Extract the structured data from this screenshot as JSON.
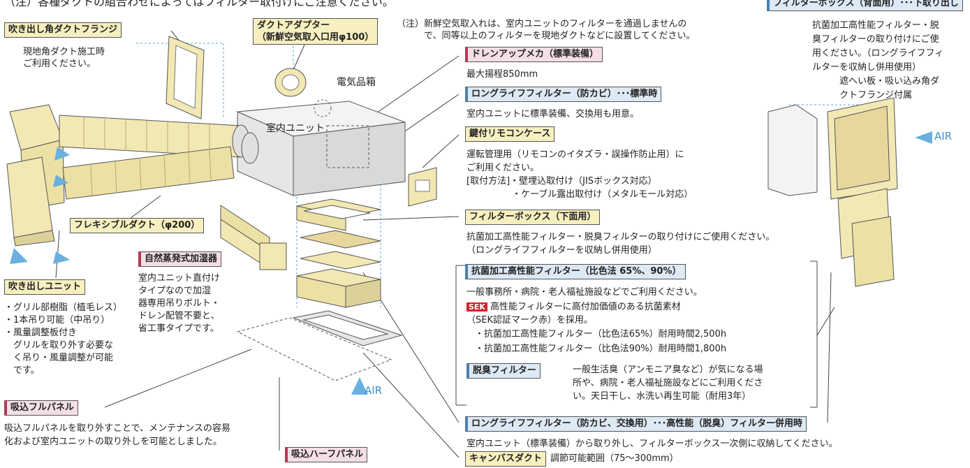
{
  "top_note": "（注）各種ダクトの組合わせによってはフィルター取付けにご注意ください。",
  "labels": {
    "outlet_flange": "吹き出し角ダクトフランジ",
    "outlet_flange_desc": "現地角ダクト施工時\nご利用ください。",
    "duct_adapter": "ダクトアダプター\n（新鮮空気取入口用φ100）",
    "note_fresh_air": "（注）新鮮空気取入れは、室内ユニットのフィルターを通過しませんの\n　　　で、同等以上のフィルターを現地ダクトなどに設置してください。",
    "electrical_box": "電気品箱",
    "indoor_unit": "室内ユニット",
    "drain_up": "ドレンアップメカ（標準装備）",
    "drain_up_desc": "最大揚程850mm",
    "longlife_std": "ロングライフフィルター（防カビ）･･･標準時",
    "longlife_std_desc": "室内ユニットに標準装備、交換用も用意。",
    "remote_case": "鍵付リモコンケース",
    "remote_case_desc": "運転管理用（リモコンのイタズラ・誤操作防止用）に\nご利用ください。\n[取付方法]・壁埋込取付け（JISボックス対応）\n　　　　　・ケーブル露出取付け（メタルモール対応）",
    "filter_box_bottom": "フィルターボックス（下面用）",
    "filter_box_bottom_desc": "抗菌加工高性能フィルター・脱臭フィルターの取り付けにご使用ください。\n（ロングライフフィルターを収納し併用使用）",
    "hepa": "抗菌加工高性能フィルター（比色法 65%、90%）",
    "hepa_desc": "一般事務所・病院・老人福祉施設などでご利用ください。",
    "sek_badge": "SEK",
    "sek_desc": "高性能フィルターに高付加価値のある抗菌素材\n（SEK認証マーク赤）を採用。",
    "hepa65": "・抗菌加工高性能フィルター（比色法65%）耐用時間2,500h",
    "hepa90": "・抗菌加工高性能フィルター（比色法90%）耐用時間1,800h",
    "deodor": "脱臭フィルター",
    "deodor_desc": "一般生活臭（アンモニア臭など）が気になる場\n所や、病院・老人福祉施設などにご利用くださ\nい。天日干し、水洗い再生可能（耐用3年）",
    "longlife_swap": "ロングライフフィルター（防カビ、交換用）･･･高性能（脱臭）フィルター併用時",
    "longlife_swap_desc": "室内ユニット（標準装備）から取り外し、フィルターボックス一次側に収納してください。",
    "canvas_duct": "キャンバスダクト",
    "canvas_duct_desc": "調節可能範囲（75〜300mm）",
    "half_panel": "吸込ハーフパネル",
    "full_panel": "吸込フルパネル",
    "full_panel_desc": "吸込フルパネルを取り外すことで、メンテナンスの容易\n化および室内ユニットの取り外しを可能としました。",
    "outlet_unit": "吹き出しユニット",
    "outlet_unit_desc": "・グリル部樹脂（植毛レス）\n・1本吊り可能（中吊り）\n・風量調整板付き\n　グリルを取り外す必要な\n　く吊り・風量調整が可能\n　です。",
    "flex_duct": "フレキシブルダクト（φ200）",
    "humidifier": "自然蒸発式加湿器",
    "humidifier_desc": "室内ユニット直付け\nタイプなので加湿\n器専用吊りボルト・\nドレン配管不要と、\n省工事タイプです。",
    "filter_box_back": "フィルターボックス（背面用）･･･下取り出し",
    "filter_box_back_desc": "抗菌加工高性能フィルター・脱\n臭フィルターの取り付けにご使\n用ください。（ロングライフフィ\nルターを収納し併用使用）\n　　　遮へい板・吸い込み角ダ\n　　　クトフランジ付属",
    "air": "AIR"
  },
  "colors": {
    "accent_red": "#b23a5a",
    "accent_blue": "#4d7fb0",
    "duct": "#f2e8b3",
    "sek": "#d3202a"
  }
}
